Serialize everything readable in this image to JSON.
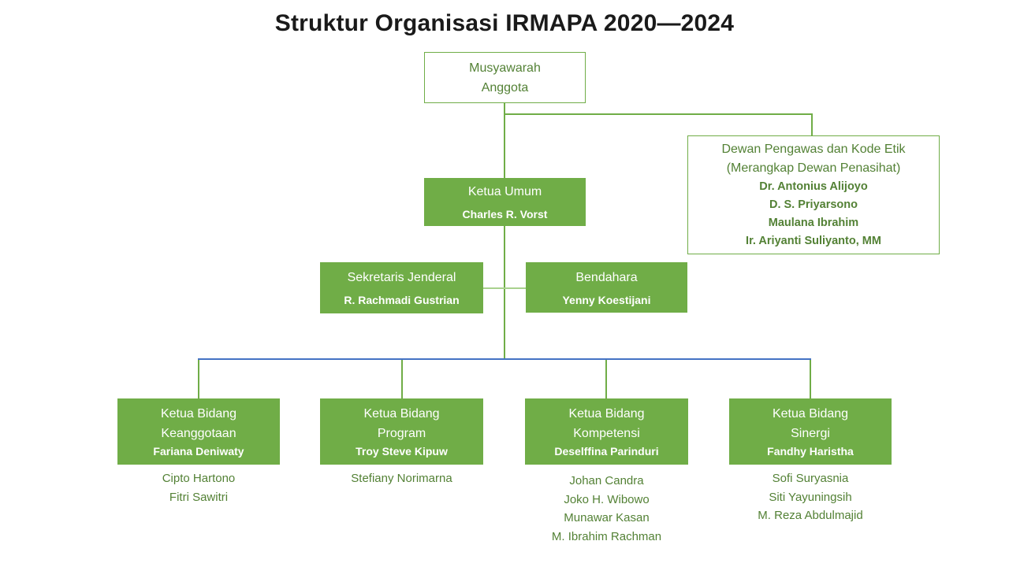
{
  "slide": {
    "title": "Struktur Organisasi IRMAPA 2020—2024"
  },
  "colors": {
    "box_fill_green": "#70AD47",
    "box_border_green": "#70AD47",
    "text_green": "#538135",
    "text_white": "#ffffff",
    "connector_green": "#70AD47",
    "connector_light_green": "#A9D18E",
    "connector_blue": "#4472C4",
    "title_black": "#1a1a1a"
  },
  "nodes": {
    "musyawarah": {
      "line1": "Musyawarah",
      "line2": "Anggota"
    },
    "dewan": {
      "title_line1": "Dewan Pengawas dan Kode Etik",
      "title_line2": "(Merangkap Dewan Penasihat)",
      "members": {
        "0": "Dr. Antonius Alijoyo",
        "1": "D. S. Priyarsono",
        "2": "Maulana Ibrahim",
        "3": "Ir. Ariyanti Suliyanto, MM"
      }
    },
    "ketua_umum": {
      "role": "Ketua Umum",
      "name": "Charles R. Vorst"
    },
    "sekretaris": {
      "role": "Sekretaris Jenderal",
      "name": "R. Rachmadi Gustrian"
    },
    "bendahara": {
      "role": "Bendahara",
      "name": "Yenny Koestijani"
    },
    "bidang": {
      "keanggotaan": {
        "role_line1": "Ketua Bidang",
        "role_line2": "Keanggotaan",
        "name": "Fariana Deniwaty",
        "members": {
          "0": "Cipto Hartono",
          "1": "Fitri Sawitri"
        }
      },
      "program": {
        "role_line1": "Ketua Bidang",
        "role_line2": "Program",
        "name": "Troy Steve Kipuw",
        "members": {
          "0": "Stefiany Norimarna"
        }
      },
      "kompetensi": {
        "role_line1": "Ketua Bidang",
        "role_line2": "Kompetensi",
        "name": "Deselffina Parinduri",
        "members": {
          "0": "Johan Candra",
          "1": "Joko H. Wibowo",
          "2": "Munawar Kasan",
          "3": "M. Ibrahim Rachman"
        }
      },
      "sinergi": {
        "role_line1": "Ketua Bidang",
        "role_line2": "Sinergi",
        "name": "Fandhy Haristha",
        "members": {
          "0": "Sofi Suryasnia",
          "1": "Siti Yayuningsih",
          "2": "M. Reza Abdulmajid"
        }
      }
    }
  }
}
